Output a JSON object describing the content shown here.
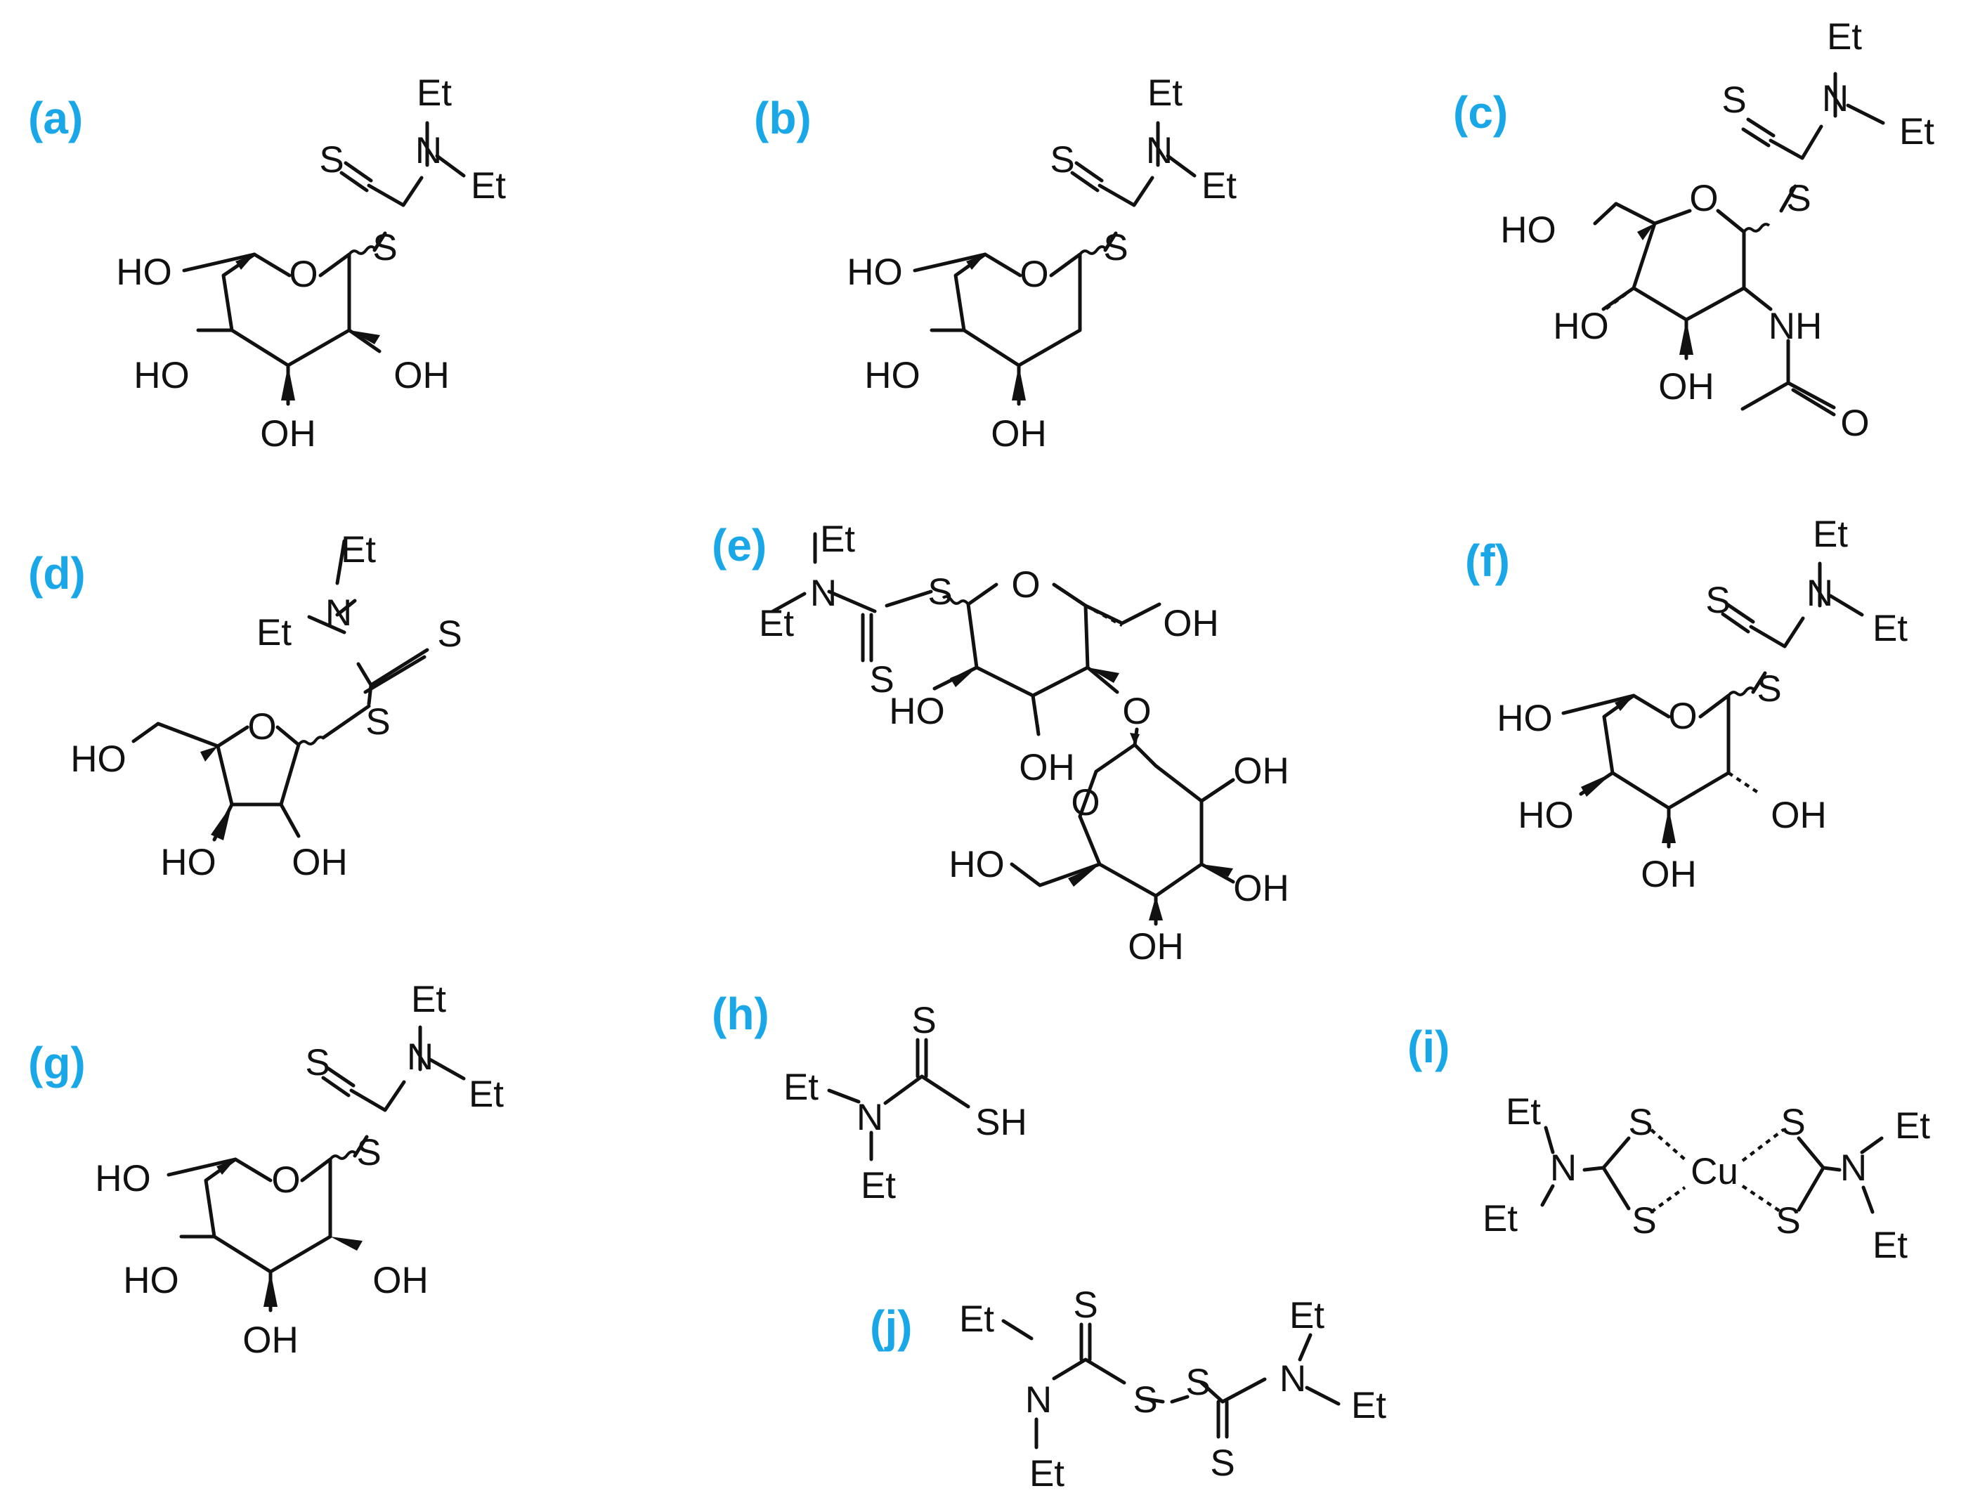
{
  "panels": {
    "a": {
      "label": "(a)",
      "atoms": {
        "et1": "Et",
        "et2": "Et",
        "n": "N",
        "s_thione": "S",
        "s_link": "S",
        "o_ring": "O",
        "ho_c6": "HO",
        "ho_c4": "HO",
        "oh_c2": "OH",
        "oh_c3": "OH"
      }
    },
    "b": {
      "label": "(b)",
      "atoms": {
        "et1": "Et",
        "et2": "Et",
        "n": "N",
        "s_thione": "S",
        "s_link": "S",
        "o_ring": "O",
        "ho_c6": "HO",
        "ho_c4": "HO",
        "oh_c3": "OH"
      }
    },
    "c": {
      "label": "(c)",
      "atoms": {
        "et1": "Et",
        "et2": "Et",
        "n": "N",
        "s_thione": "S",
        "s_link": "S",
        "o_ring": "O",
        "ho_c6": "HO",
        "ho_c4": "HO",
        "oh_c3": "OH",
        "nh": "NH",
        "o_amide": "O"
      }
    },
    "d": {
      "label": "(d)",
      "atoms": {
        "et1": "Et",
        "et2": "Et",
        "n": "N",
        "s_thione": "S",
        "s_link": "S",
        "o_ring": "O",
        "ho_c5": "HO",
        "ho_c3": "HO",
        "oh_c2": "OH"
      }
    },
    "e": {
      "label": "(e)",
      "atoms": {
        "et1": "Et",
        "et2": "Et",
        "n": "N",
        "s_thione": "S",
        "s_link": "S",
        "o_ring1": "O",
        "oh_c6": "OH",
        "ho_c2": "HO",
        "oh_c3": "OH",
        "o_glyco": "O",
        "o_ring2": "O",
        "oh_c2b": "OH",
        "ho_c6b": "HO",
        "oh_c3b": "OH",
        "oh_c4b": "OH"
      }
    },
    "f": {
      "label": "(f)",
      "atoms": {
        "et1": "Et",
        "et2": "Et",
        "n": "N",
        "s_thione": "S",
        "s_link": "S",
        "o_ring": "O",
        "ho_c6": "HO",
        "ho_c4": "HO",
        "oh_c2": "OH",
        "oh_c3": "OH"
      }
    },
    "g": {
      "label": "(g)",
      "atoms": {
        "et1": "Et",
        "et2": "Et",
        "n": "N",
        "s_thione": "S",
        "s_link": "S",
        "o_ring": "O",
        "ho_c6": "HO",
        "ho_c4": "HO",
        "oh_c2": "OH",
        "oh_c3": "OH"
      }
    },
    "h": {
      "label": "(h)",
      "atoms": {
        "s_thione": "S",
        "sh": "SH",
        "n": "N",
        "et1": "Et",
        "et2": "Et"
      }
    },
    "i": {
      "label": "(i)",
      "atoms": {
        "et1": "Et",
        "et2": "Et",
        "n1": "N",
        "s1": "S",
        "s2": "S",
        "cu": "Cu",
        "s3": "S",
        "s4": "S",
        "n2": "N",
        "et3": "Et",
        "et4": "Et"
      }
    },
    "j": {
      "label": "(j)",
      "atoms": {
        "et1": "Et",
        "n1": "N",
        "et2": "Et",
        "s_thione1": "S",
        "s1": "S",
        "s2": "S",
        "s_thione2": "S",
        "n2": "N",
        "et3": "Et",
        "et4": "Et"
      }
    }
  },
  "colors": {
    "label": "#1aa7e8",
    "structure": "#111111"
  }
}
